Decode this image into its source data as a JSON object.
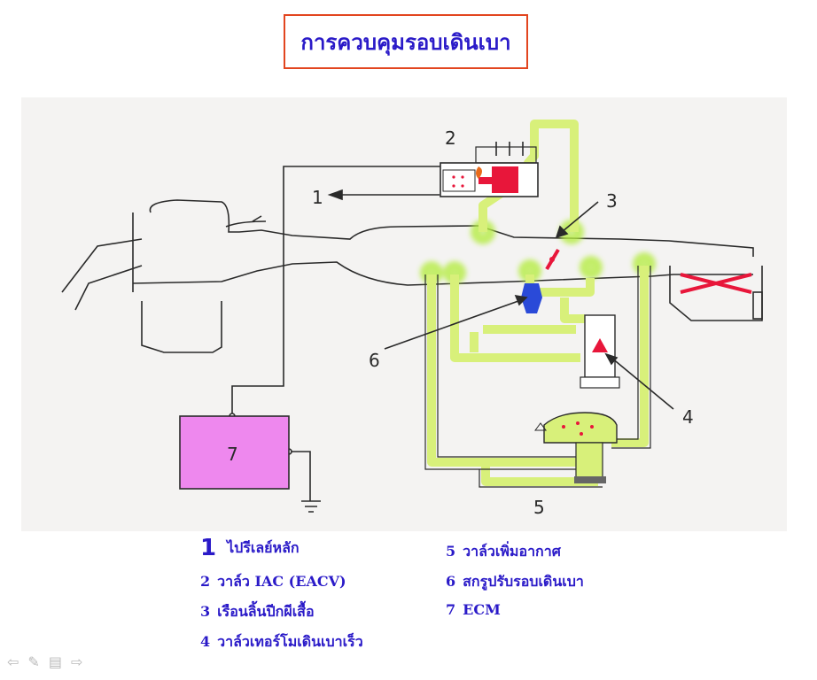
{
  "title": "การควบคุมรอบเดินเบา",
  "diagram": {
    "callouts": [
      "1",
      "2",
      "3",
      "4",
      "5",
      "6",
      "7"
    ]
  },
  "legend": [
    {
      "num": "1",
      "text": "ไปรีเลย์หลัก"
    },
    {
      "num": "2",
      "text": "วาล์ว IAC  (EACV)"
    },
    {
      "num": "3",
      "text": "เรือนลิ้นปีกผีเสื้อ"
    },
    {
      "num": "4",
      "text": "วาล์วเทอร์โมเดินเบาเร็ว"
    },
    {
      "num": "5",
      "text": "วาล์วเพิ่มอากาศ"
    },
    {
      "num": "6",
      "text": "สกรูปรับรอบเดินเบา"
    },
    {
      "num": "7",
      "text": "ECM"
    }
  ],
  "colors": {
    "title": "#2a1ac8",
    "title_border": "#e2451f",
    "air_passage": "#d8f07a",
    "air_glow": "#a9e040",
    "ecm_box": "#ee88ee",
    "red_part": "#e8163a",
    "blue_screw": "#2a4ad8",
    "line": "#2a2a2a"
  },
  "nav": {
    "prev_icon": "arrow-left-icon",
    "pen_icon": "pen-icon",
    "menu_icon": "menu-icon",
    "next_icon": "arrow-right-icon"
  }
}
